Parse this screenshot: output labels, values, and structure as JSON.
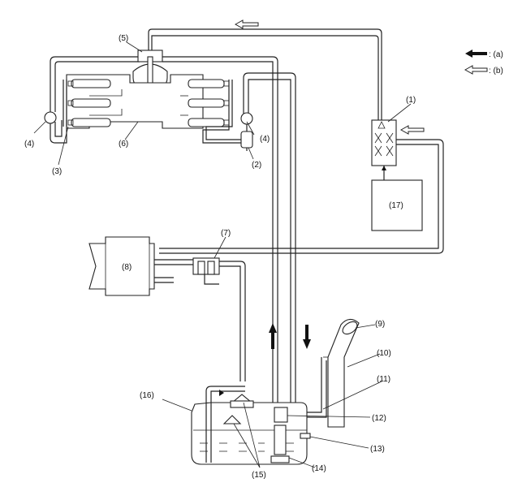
{
  "legend": {
    "a_label": ": (a)",
    "b_label": ": (b)"
  },
  "callouts": {
    "c1": "(1)",
    "c2": "(2)",
    "c3": "(3)",
    "c4a": "(4)",
    "c4b": "(4)",
    "c5": "(5)",
    "c6": "(6)",
    "c7": "(7)",
    "c8": "(8)",
    "c9": "(9)",
    "c10": "(10)",
    "c11": "(11)",
    "c12": "(12)",
    "c13": "(13)",
    "c14": "(14)",
    "c15": "(15)",
    "c16": "(16)",
    "c17": "(17)"
  },
  "icons": {
    "legend_a": "solid-arrow-left-icon",
    "legend_b": "hollow-arrow-left-icon"
  }
}
